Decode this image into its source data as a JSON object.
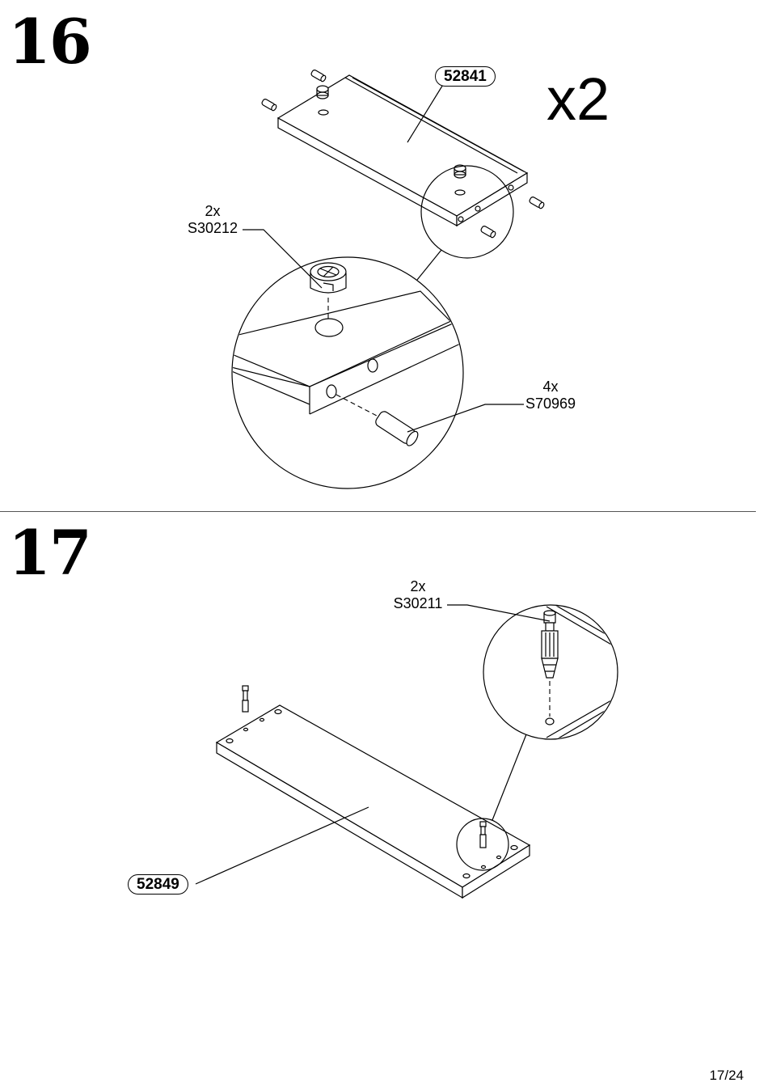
{
  "steps": [
    {
      "number": "16",
      "part_code": "52841",
      "quantity": "x2",
      "fittings": [
        {
          "count": "2x",
          "code": "S30212",
          "type": "cam-lock"
        },
        {
          "count": "4x",
          "code": "S70969",
          "type": "wooden-dowel"
        }
      ]
    },
    {
      "number": "17",
      "part_code": "52849",
      "fittings": [
        {
          "count": "2x",
          "code": "S30211",
          "type": "cam-bolt"
        }
      ]
    }
  ],
  "page": {
    "number": "17/24"
  }
}
